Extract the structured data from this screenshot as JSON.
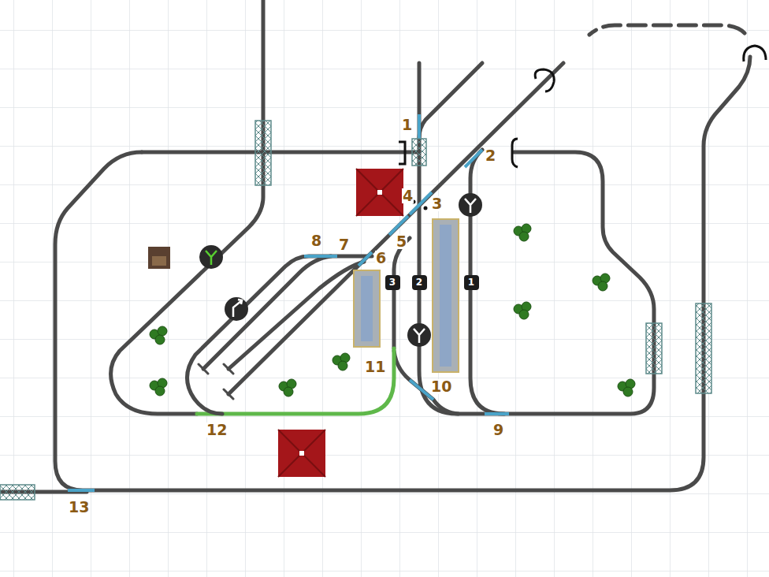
{
  "diagram": {
    "nodes": [
      {
        "text": [
          "3"
        ]
      },
      {
        "text": [
          "2"
        ]
      },
      {
        "text": [
          "1"
        ]
      }
    ],
    "labels": [
      "1",
      "2",
      "3",
      "4",
      "5",
      "6",
      "7",
      "8",
      "9",
      "10",
      "11",
      "12",
      "13"
    ]
  }
}
